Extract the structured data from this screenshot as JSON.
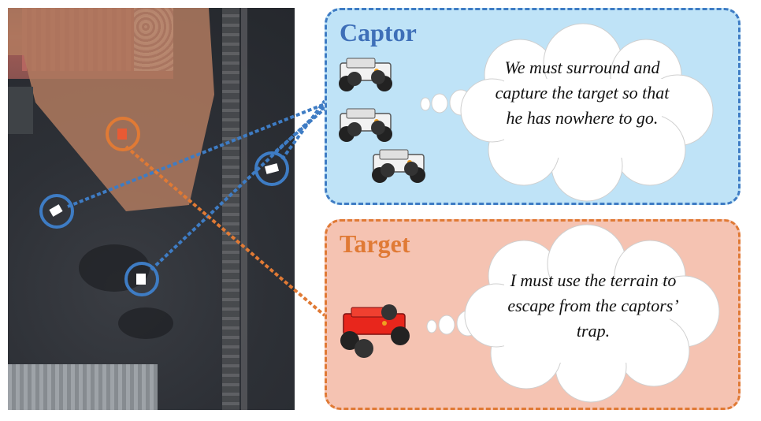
{
  "captor": {
    "title": "Captor",
    "thought": "We must surround and capture the target so that he has nowhere to go."
  },
  "target": {
    "title": "Target",
    "thought": "I must use the terrain to escape from the captors’ trap."
  },
  "colors": {
    "captor_accent": "#3e7cc4",
    "target_accent": "#e07a35",
    "captor_panel_bg": "#bfe3f7",
    "target_panel_bg": "#f5c3b2"
  },
  "icons": {
    "captor_robot": "white-robot-icon",
    "target_robot": "red-robot-icon",
    "thought_bubble": "thought-cloud-icon"
  }
}
